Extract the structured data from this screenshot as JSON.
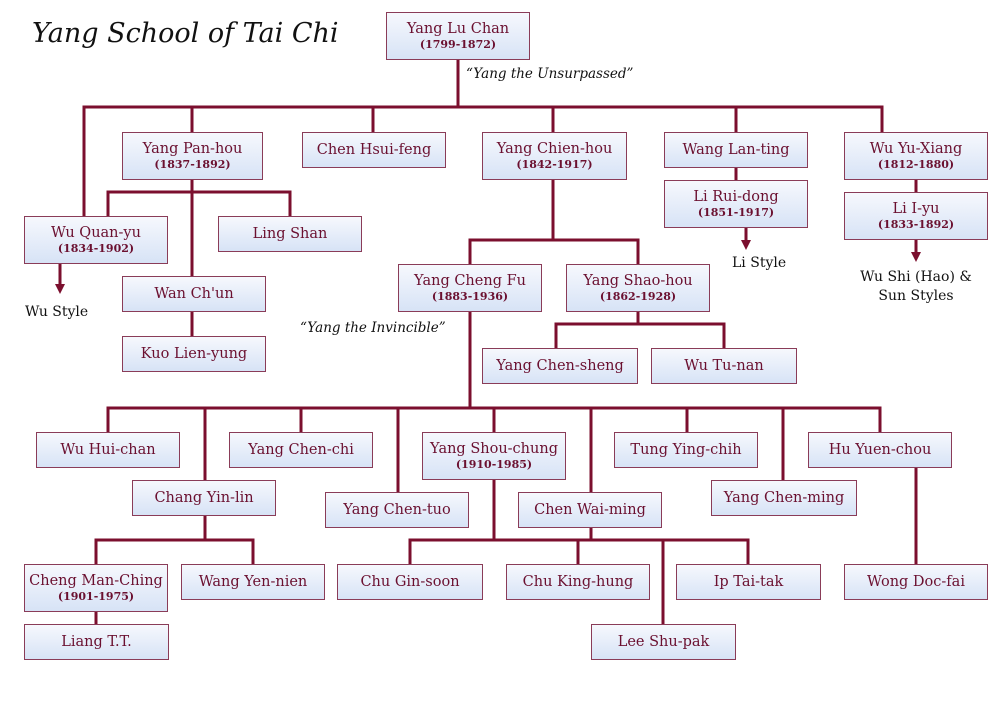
{
  "title": "Yang School of Tai Chi",
  "colors": {
    "line": "#7b0f2e",
    "text": "#6b1030",
    "border": "#8a3c58",
    "box_top": "#f6f8fd",
    "box_bottom": "#d7e3f6"
  },
  "nodes": {
    "yang_lu_chan": {
      "name": "Yang Lu Chan",
      "years": "(1799-1872)"
    },
    "yang_pan_hou": {
      "name": "Yang Pan-hou",
      "years": "(1837-1892)"
    },
    "chen_hsui_feng": {
      "name": "Chen Hsui-feng"
    },
    "yang_chien_hou": {
      "name": "Yang Chien-hou",
      "years": "(1842-1917)"
    },
    "wang_lan_ting": {
      "name": "Wang Lan-ting"
    },
    "wu_yu_xiang": {
      "name": "Wu Yu-Xiang",
      "years": "(1812-1880)"
    },
    "li_rui_dong": {
      "name": "Li Rui-dong",
      "years": "(1851-1917)"
    },
    "li_i_yu": {
      "name": "Li I-yu",
      "years": "(1833-1892)"
    },
    "wu_quan_yu": {
      "name": "Wu Quan-yu",
      "years": "(1834-1902)"
    },
    "ling_shan": {
      "name": "Ling Shan"
    },
    "wan_chun": {
      "name": "Wan Ch'un"
    },
    "kuo_lien_yung": {
      "name": "Kuo Lien-yung"
    },
    "yang_cheng_fu": {
      "name": "Yang Cheng Fu",
      "years": "(1883-1936)"
    },
    "yang_shao_hou": {
      "name": "Yang Shao-hou",
      "years": "(1862-1928)"
    },
    "yang_chen_sheng": {
      "name": "Yang Chen-sheng"
    },
    "wu_tu_nan": {
      "name": "Wu Tu-nan"
    },
    "wu_hui_chan": {
      "name": "Wu Hui-chan"
    },
    "yang_chen_chi": {
      "name": "Yang Chen-chi"
    },
    "yang_shou_chung": {
      "name": "Yang Shou-chung",
      "years": "(1910-1985)"
    },
    "tung_ying_chih": {
      "name": "Tung Ying-chih"
    },
    "hu_yuen_chou": {
      "name": "Hu Yuen-chou"
    },
    "chang_yin_lin": {
      "name": "Chang Yin-lin"
    },
    "yang_chen_tuo": {
      "name": "Yang Chen-tuo"
    },
    "chen_wai_ming": {
      "name": "Chen Wai-ming"
    },
    "yang_chen_ming": {
      "name": "Yang Chen-ming"
    },
    "cheng_man_ching": {
      "name": "Cheng Man-Ching",
      "years": "(1901-1975)"
    },
    "wang_yen_nien": {
      "name": "Wang Yen-nien"
    },
    "chu_gin_soon": {
      "name": "Chu Gin-soon"
    },
    "chu_king_hung": {
      "name": "Chu King-hung"
    },
    "ip_tai_tak": {
      "name": "Ip Tai-tak"
    },
    "wong_doc_fai": {
      "name": "Wong Doc-fai"
    },
    "liang_tt": {
      "name": "Liang T.T."
    },
    "lee_shu_pak": {
      "name": "Lee Shu-pak"
    }
  },
  "notes": {
    "unsurpassed": "“Yang the Unsurpassed”",
    "invincible": "“Yang the Invincible”"
  },
  "styles": {
    "wu_style": "Wu Style",
    "li_style": "Li Style",
    "wu_shi_line1": "Wu Shi (Hao) &",
    "wu_shi_line2": "Sun Styles"
  }
}
